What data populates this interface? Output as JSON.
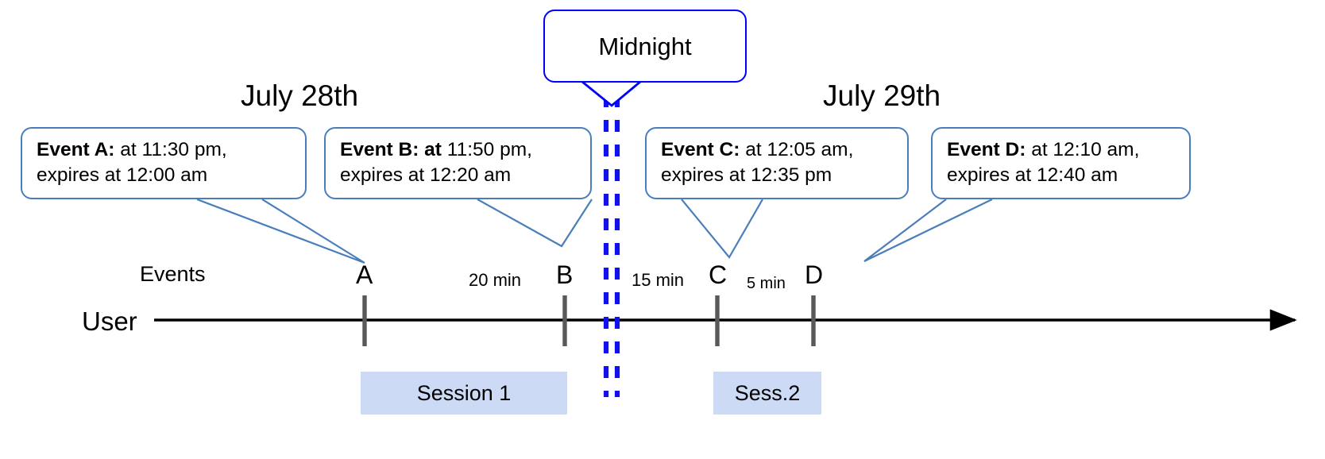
{
  "diagram": {
    "title": "Event expiry across midnight timeline",
    "colors": {
      "callout_border": "#4a7ebb",
      "midnight_border": "#0000ff",
      "midnight_dash": "#1111ee",
      "session_fill": "#ccdaf5",
      "tick": "#595959",
      "axis": "#000000"
    }
  },
  "days": {
    "left": "July 28th",
    "right": "July 29th"
  },
  "midnight": {
    "label": "Midnight"
  },
  "axis": {
    "user_label": "User",
    "events_label": "Events"
  },
  "events": [
    {
      "id": "A",
      "tick_letter": "A",
      "bold": "Event A:",
      "rest_line1": " at 11:30 pm,",
      "line2": "expires at 12:00 am"
    },
    {
      "id": "B",
      "tick_letter": "B",
      "bold": "Event B: at",
      "rest_line1": " 11:50 pm,",
      "line2": "expires at 12:20 am"
    },
    {
      "id": "C",
      "tick_letter": "C",
      "bold": "Event C:",
      "rest_line1": " at 12:05 am,",
      "line2": "expires at 12:35 pm"
    },
    {
      "id": "D",
      "tick_letter": "D",
      "bold": "Event D:",
      "rest_line1": "  at 12:10 am,",
      "line2": "expires at 12:40 am"
    }
  ],
  "gaps": [
    {
      "id": "ab",
      "label": "20 min"
    },
    {
      "id": "bc",
      "label": "15 min"
    },
    {
      "id": "cd",
      "label": "5 min"
    }
  ],
  "sessions": [
    {
      "id": "1",
      "label": "Session 1"
    },
    {
      "id": "2",
      "label": "Sess.2"
    }
  ]
}
